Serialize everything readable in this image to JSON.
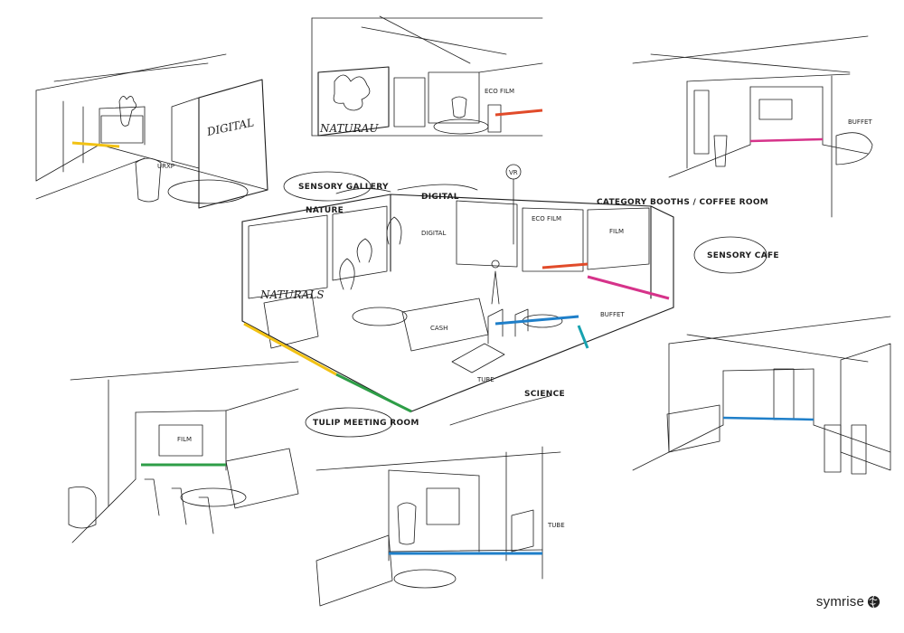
{
  "labels": {
    "sensory_gallery": "SENSORY GALLERY",
    "nature": "NATURE",
    "digital": "DIGITAL",
    "category_booths": "CATEGORY BOOTHS / COFFEE ROOM",
    "sensory_cafe": "SENSORY CAFE",
    "science": "SCIENCE",
    "tulip_meeting_room": "TULIP MEETING ROOM"
  },
  "handwritten": {
    "naturals_main": "NATURALS",
    "naturals_top": "NATURAU",
    "digital_main": "DIGITAL",
    "digital_top_left": "DIGITAL",
    "eco_film_top": "ECO FILM",
    "eco_film_main": "ECO FILM",
    "film_main": "FILM",
    "film_bottom_left": "FILM",
    "vr": "VR",
    "buffet_right": "BUFFET",
    "buffet_main": "BUFFET",
    "tube_main": "TUBE",
    "tube_bottom": "TUBE",
    "urxp": "URXP",
    "cash": "CASH"
  },
  "colors": {
    "yellow": "#f2c214",
    "green": "#2e9e47",
    "blue": "#1f7fc9",
    "red": "#e14b2a",
    "magenta": "#d6338a",
    "teal": "#17a2b0"
  },
  "brand": {
    "name": "symrise",
    "icon": "globe-icon"
  }
}
